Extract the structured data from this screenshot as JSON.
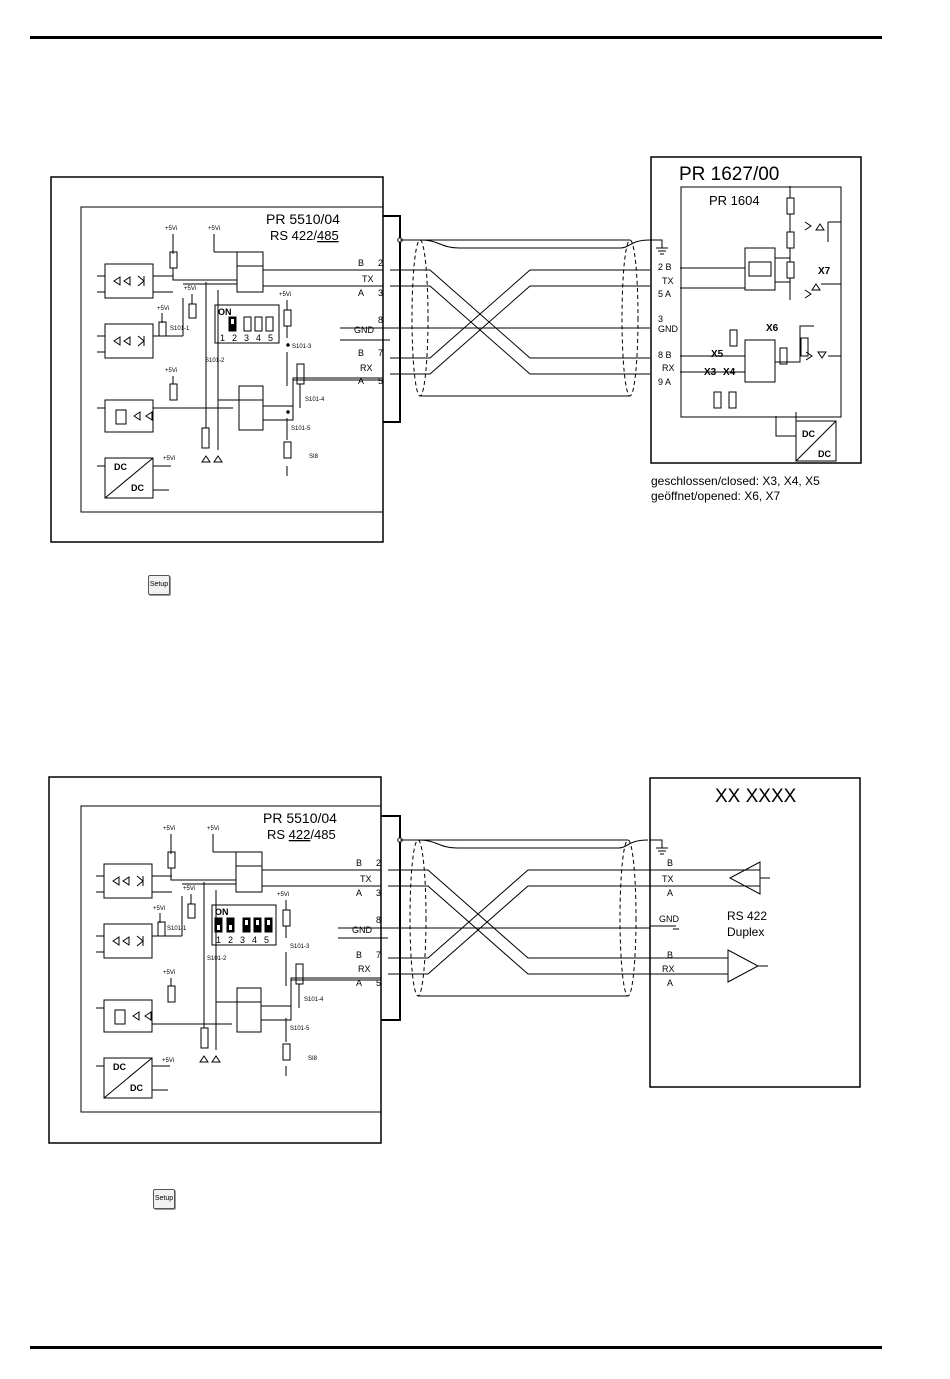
{
  "diagram1": {
    "device": {
      "title": "PR 5510/04",
      "subtitle_prefix": "RS 422/",
      "subtitle_underlined": "485"
    },
    "supply_label": "+5Vi",
    "switch_labels": {
      "s1": "S101-1",
      "s2": "S101-2",
      "s3": "S101-3",
      "s4": "S101-4",
      "s5": "S101-5"
    },
    "dip": {
      "on_label": "ON",
      "numbers": [
        "1",
        "2",
        "3",
        "4",
        "5"
      ]
    },
    "ref_label": "SI8",
    "dc_top": "DC",
    "dc_bottom": "DC",
    "pins": [
      {
        "name": "B",
        "num": "2"
      },
      {
        "name": "TX",
        "num": ""
      },
      {
        "name": "A",
        "num": "3"
      },
      {
        "name": "",
        "num": "8"
      },
      {
        "name": "GND",
        "num": ""
      },
      {
        "name": "B",
        "num": "7"
      },
      {
        "name": "RX",
        "num": ""
      },
      {
        "name": "A",
        "num": "5"
      }
    ],
    "remote": {
      "title": "PR 1627/00",
      "subtitle": "PR 1604",
      "pins": [
        "2 B",
        "TX",
        "5 A",
        "3",
        "GND",
        "8 B",
        "RX",
        "9 A"
      ],
      "jumpers": [
        "X3",
        "X4",
        "X5",
        "X6",
        "X7"
      ],
      "dc_top": "DC",
      "dc_bottom": "DC"
    },
    "notes": [
      "geschlossen/closed: X3, X4, X5",
      "geöffnet/opened: X6, X7"
    ],
    "setup_key": "Setup"
  },
  "diagram2": {
    "device": {
      "title": "PR 5510/04",
      "subtitle_prefix": "RS ",
      "subtitle_underlined": "422",
      "subtitle_suffix": "/485"
    },
    "supply_label": "+5Vi",
    "switch_labels": {
      "s1": "S101-1",
      "s2": "S101-2",
      "s3": "S101-3",
      "s4": "S101-4",
      "s5": "S101-5"
    },
    "dip": {
      "on_label": "ON",
      "numbers": [
        "1",
        "2",
        "3",
        "4",
        "5"
      ]
    },
    "ref_label": "SI8",
    "dc_top": "DC",
    "dc_bottom": "DC",
    "pins": [
      {
        "name": "B",
        "num": "2"
      },
      {
        "name": "TX",
        "num": ""
      },
      {
        "name": "A",
        "num": "3"
      },
      {
        "name": "",
        "num": "8"
      },
      {
        "name": "GND",
        "num": ""
      },
      {
        "name": "B",
        "num": "7"
      },
      {
        "name": "RX",
        "num": ""
      },
      {
        "name": "A",
        "num": "5"
      }
    ],
    "remote": {
      "title": "XX XXXX",
      "pins": [
        "B",
        "TX",
        "A",
        "GND",
        "B",
        "RX",
        "A"
      ],
      "mode_line1": "RS 422",
      "mode_line2": "Duplex"
    },
    "setup_key": "Setup"
  }
}
